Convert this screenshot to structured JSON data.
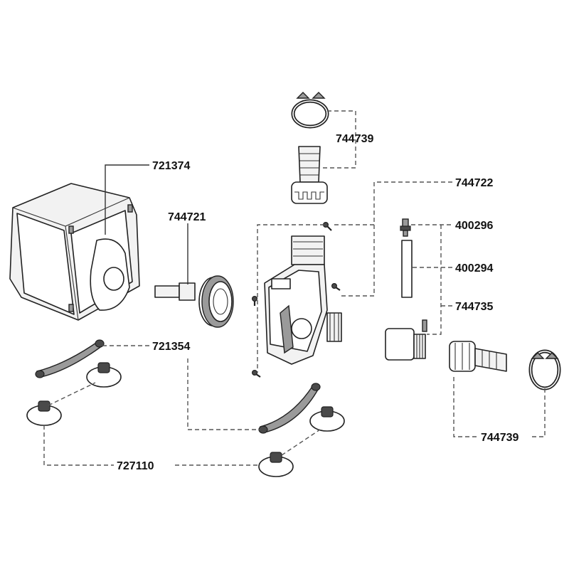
{
  "labels": {
    "clip_top": "744739",
    "cover": "721374",
    "impeller": "744721",
    "screws": "744722",
    "valve": "400296",
    "tube": "400294",
    "outlet_set": "744735",
    "bracket": "721354",
    "clip_bottom": "744739",
    "suction_cups": "727110"
  }
}
